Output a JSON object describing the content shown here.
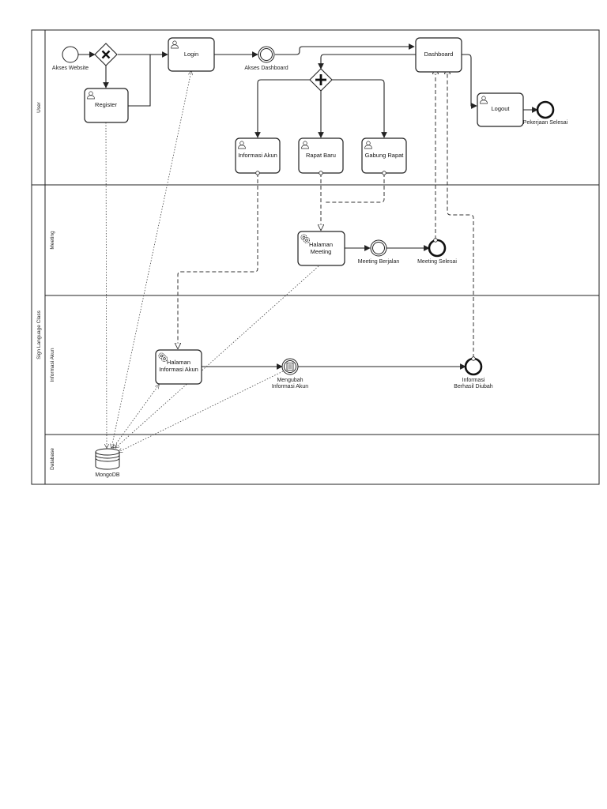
{
  "pool": {
    "name": "Sign Language Class"
  },
  "lanes": {
    "user": "User",
    "meeting": "Meeting",
    "informasi_akun": "Informasi Akun",
    "database": "Database"
  },
  "events": {
    "start": "Akses Website",
    "akses_dashboard": "Akses Dashboard",
    "pekerjaan_selesai": "Pekerjaan Selesai",
    "meeting_berjalan": "Meeting Berjalan",
    "meeting_selesai": "Meeting Selesai",
    "mengubah_line1": "Mengubah",
    "mengubah_line2": "Informasi Akun",
    "berhasil_line1": "Informasi",
    "berhasil_line2": "Berhasil Diubah"
  },
  "tasks": {
    "login": "Login",
    "register": "Register",
    "dashboard": "Dashboard",
    "logout": "Logout",
    "informasi_akun": "Informasi Akun",
    "rapat_baru": "Rapat Baru",
    "gabung_rapat": "Gabung Rapat",
    "halaman_meeting_line1": "Halaman",
    "halaman_meeting_line2": "Meeting",
    "halaman_info_line1": "Halaman",
    "halaman_info_line2": "Informasi Akun"
  },
  "datastore": {
    "mongodb": "MongoDB"
  },
  "icons": {
    "user_task": "user-icon",
    "service_task": "gear-icon",
    "exclusive_gateway": "x-gateway-icon",
    "parallel_gateway": "plus-gateway-icon",
    "intermediate_event": "document-event-icon",
    "database": "database-icon"
  }
}
